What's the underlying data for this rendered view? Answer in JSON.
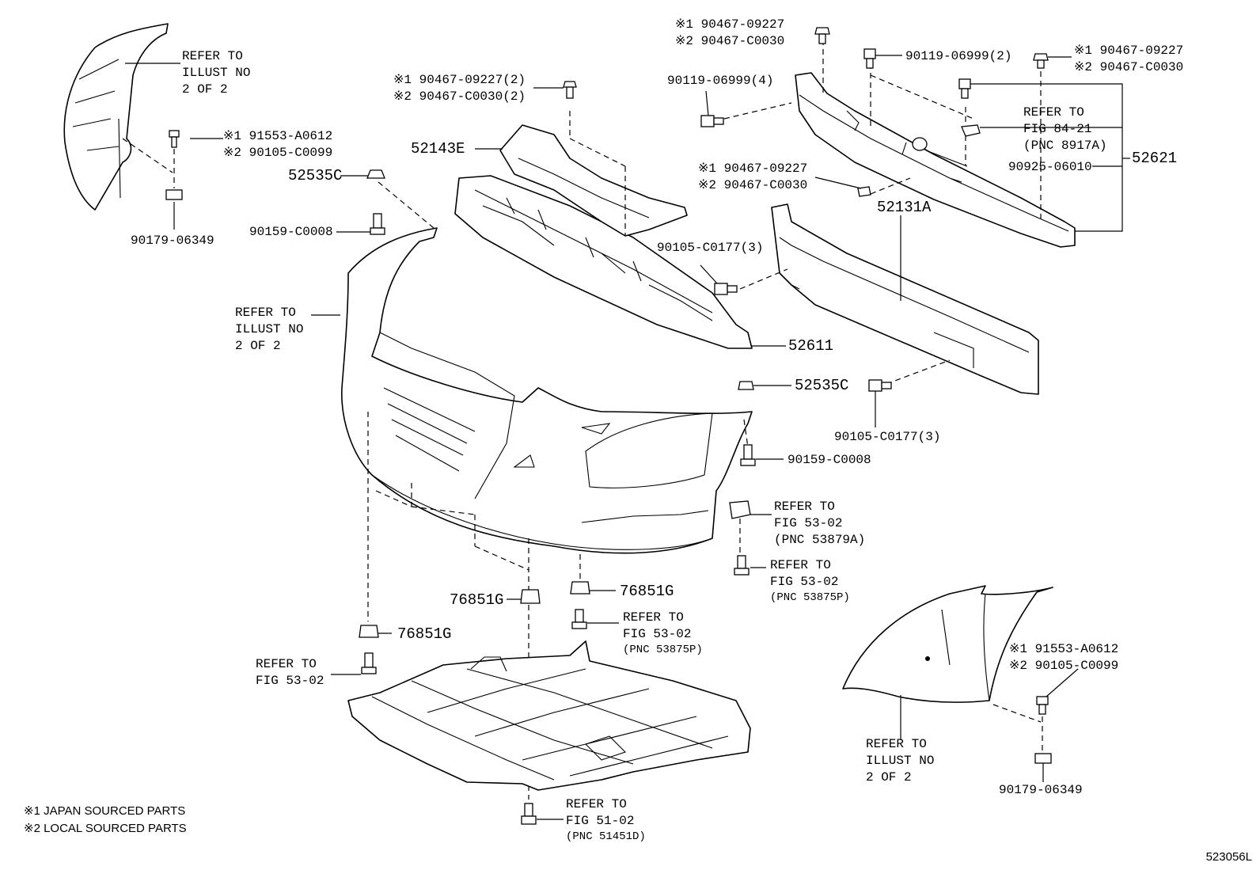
{
  "callouts": {
    "refer_illust_tl": [
      "REFER TO",
      "ILLUST NO",
      "2 OF 2"
    ],
    "bolt_tl": [
      "※1 91553-A0612",
      "※2 90105-C0099"
    ],
    "nut_tl": "90179-06349",
    "clip_52535c_top": "52535C",
    "screw_90159_top": "90159-C0008",
    "clip_top_center": [
      "※1 90467-09227(2)",
      "※2 90467-C0030(2)"
    ],
    "p52143e": "52143E",
    "refer_illust_mid": [
      "REFER TO",
      "ILLUST NO",
      "2 OF 2"
    ],
    "clip_top_right_a": [
      "※1 90467-09227",
      "※2 90467-C0030"
    ],
    "bolt_90119_4": "90119-06999(4)",
    "bolt_90119_2": "90119-06999(2)",
    "clip_top_right_b": [
      "※1 90467-09227",
      "※2 90467-C0030"
    ],
    "refer_fig_84": [
      "REFER TO",
      "FIG 84-21",
      "(PNC 8917A)"
    ],
    "grommet_90925": "90925-06010",
    "p52621": "52621",
    "clip_mid_right": [
      "※1 90467-09227",
      "※2 90467-C0030"
    ],
    "bolt_90105_upper": "90105-C0177(3)",
    "p52131a": "52131A",
    "p52611": "52611",
    "clip_52535c_right": "52535C",
    "bolt_90105_lower": "90105-C0177(3)",
    "screw_90159_right": "90159-C0008",
    "refer_fig_53_879": [
      "REFER TO",
      "FIG 53-02",
      "(PNC 53879A)"
    ],
    "refer_fig_53_875_right": [
      "REFER TO",
      "FIG 53-02",
      "(PNC 53875P)"
    ],
    "clip_76851g_a": "76851G",
    "clip_76851g_b": "76851G",
    "clip_76851g_c": "76851G",
    "refer_fig_53_875_mid": [
      "REFER TO",
      "FIG 53-02",
      "(PNC 53875P)"
    ],
    "refer_fig_53_left": [
      "REFER TO",
      "FIG 53-02"
    ],
    "refer_fig_51": [
      "REFER TO",
      "FIG 51-02",
      "(PNC 51451D)"
    ],
    "bolt_br": [
      "※1 91553-A0612",
      "※2 90105-C0099"
    ],
    "refer_illust_br": [
      "REFER TO",
      "ILLUST NO",
      "2 OF 2"
    ],
    "nut_br": "90179-06349"
  },
  "footnotes": [
    "※1 JAPAN SOURCED PARTS",
    "※2 LOCAL SOURCED PARTS"
  ],
  "figure_id": "523056L"
}
